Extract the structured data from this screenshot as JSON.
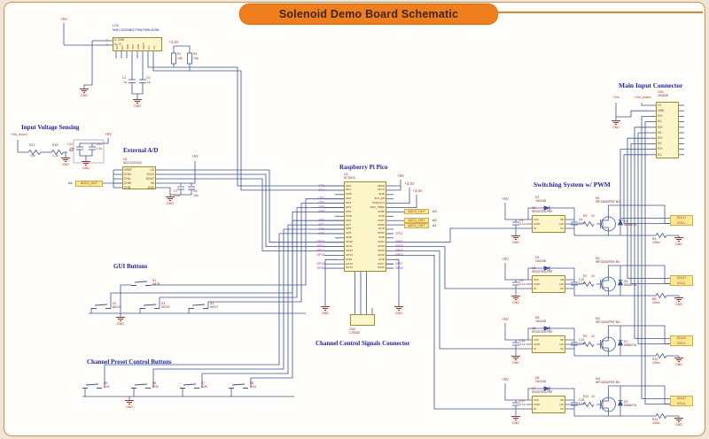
{
  "title": "Solenoid Demo Board Schematic",
  "misc": {
    "gnd": "GND"
  },
  "nets": {
    "v5": "+5V",
    "v33": "+3.3V",
    "vin": "+Vin",
    "vin_fused": "+Vin_fused",
    "a1": "A1",
    "a2": "A2",
    "a3": "A3",
    "a4": "A4"
  },
  "colors": {
    "banner": "#ef7f1d",
    "wire": "#3b52a3",
    "label_yellow": "#fde88f",
    "title_blue": "#2222aa",
    "ref_red": "#8a2424"
  },
  "sections": {
    "lcd": {
      "name": "LCD",
      "part": "NHD-C0220BiZ-FSW-FBW-3V3M",
      "left_pins": [
        {
          "n": "1",
          "name": "K, GND"
        },
        {
          "n": "2",
          "name": "A, +V"
        }
      ],
      "bottom_pins": [
        "RST",
        "SCL",
        "SDA",
        "VSS",
        "VDD",
        "VOUT",
        "C1+",
        "C1-"
      ],
      "c1_ref": "C1",
      "c1_val": "1u",
      "c2_ref": "C2",
      "c2_val": "1u",
      "r1_ref": "R1",
      "r1_val": "10k",
      "r2_ref": "R2",
      "r2_val": "10k"
    },
    "input_sense": {
      "title": "Input Voltage Sensing",
      "r17_ref": "R17",
      "r17_val": "10k",
      "r18_ref": "R18",
      "r18_val": "1.2k",
      "c11_ref": "C11",
      "c11_val": "10n",
      "c12_ref": "C12",
      "c12_val": "0.1u",
      "adc_net": "ADC3_OUT"
    },
    "ext_ad": {
      "title": "External A/D",
      "ref": "U2",
      "part": "ADC122S021",
      "left_pins": [
        "VREF",
        "CHA+",
        "CHA-",
        "CHB+",
        "CHB-"
      ],
      "right_pins": [
        "CS",
        "SCLK",
        "DOUT",
        "VA",
        "GND"
      ],
      "c7_ref": "C7",
      "c7_val": "0.1u",
      "c8_ref": "C8",
      "c8_val": "10n"
    },
    "pico": {
      "title": "Raspberry Pi Pico",
      "ref": "U3",
      "part": "SC0915",
      "left_pins": [
        "GP0",
        "GP1",
        "GND",
        "GP2",
        "GP3",
        "GP4",
        "GP5",
        "GND",
        "GP6",
        "GP7",
        "GP8",
        "GP9",
        "GND",
        "GP10",
        "GP11",
        "GP12",
        "GP13",
        "GND",
        "GP14",
        "GP15"
      ],
      "right_pins": [
        "VBUS",
        "VSYS",
        "GND",
        "3V3_EN",
        "3V3(OUT)",
        "ADC_VREF",
        "GP28",
        "GND",
        "GP27",
        "GP26",
        "RUN",
        "GP22",
        "GND",
        "GP21",
        "GP20",
        "GP19",
        "GP18",
        "GND",
        "GP17",
        "GP16"
      ],
      "left_net_labels": [
        "GP0",
        "GP1",
        "GP2",
        "GP3",
        "GP4",
        "GP5",
        "GP6",
        "GP7",
        "GP8",
        "GP9",
        "GP10",
        "GP11",
        "GP12",
        "GP13",
        "GP14",
        "GP15"
      ],
      "right_net_labels": [
        "GP22",
        "GP21",
        "GP20",
        "GP19",
        "GP18",
        "GP17",
        "GP16"
      ],
      "adc_labels": [
        {
          "name": "ADC3_OUT",
          "pin": "A3"
        },
        {
          "name": "ADC1_OUT",
          "pin": "A2"
        },
        {
          "name": "ADC2_OUT",
          "pin": "A1"
        }
      ]
    },
    "gui_buttons": {
      "title": "GUI Buttons",
      "buttons": [
        {
          "ref": "S1",
          "label": "INCR"
        },
        {
          "ref": "S2",
          "label": "BACK"
        },
        {
          "ref": "S3",
          "label": "DECR"
        },
        {
          "ref": "S4",
          "label": "NEXT"
        }
      ]
    },
    "preset_buttons": {
      "title": "Channel Preset Control Buttons",
      "buttons": [
        {
          "ref": "S5",
          "label": "CH1"
        },
        {
          "ref": "S6",
          "label": "CH2"
        },
        {
          "ref": "S7",
          "label": "CH3"
        },
        {
          "ref": "S8",
          "label": "CH4"
        }
      ]
    },
    "ctrl_conn": {
      "title": "Channel Control Signals Connector",
      "ref": "CN2",
      "part": "175328"
    },
    "main_conn": {
      "title": "Main Input Connector",
      "ref": "CN1",
      "part": "283648",
      "pins": [
        "+V",
        "GND",
        "S4+",
        "S4-",
        "S3+",
        "S3-",
        "S2+",
        "S2-",
        "S1+",
        "S1-"
      ]
    },
    "switching": {
      "title": "Switching System w/ PWM",
      "drv_pins": {
        "left": [
          "VCC",
          "COM",
          "IN"
        ],
        "right": [
          "VB",
          "HO",
          "VS"
        ]
      },
      "channels": [
        {
          "flag": "+5V",
          "cap1_ref": "C5",
          "cap1_val": "0.1u",
          "diode_ref": "D2",
          "diode_part": "1N4148",
          "drv_ref": "U4",
          "drv_part": "IRS25752LPBF",
          "cap2_ref": "C6",
          "cap2_val": "0.1u",
          "rg_ref": "R3",
          "rg_val": "10",
          "fet_ref": "M1",
          "fet_part": "IRF1405ZPBF-ND",
          "fly_ref": "D3",
          "fly_part": "SB560TA",
          "rs_ref": "R4",
          "rs_val": "100m",
          "out_p": "SOL1+",
          "out_n": "SOL1-"
        },
        {
          "flag": "+5V",
          "cap1_ref": "C9",
          "cap1_val": "0.1u",
          "diode_ref": "D4",
          "diode_part": "1N4148",
          "drv_ref": "U5",
          "drv_part": "IRS25752LPBF",
          "cap2_ref": "C10",
          "cap2_val": "0.1u",
          "rg_ref": "R7",
          "rg_val": "10",
          "fet_ref": "M2",
          "fet_part": "IRF1405ZPBF-ND",
          "fly_ref": "D5",
          "fly_part": "SB560TA",
          "rs_ref": "R8",
          "rs_val": "100m",
          "out_p": "SOL2+",
          "out_n": "SOL2-"
        },
        {
          "flag": "+5V",
          "cap1_ref": "C13",
          "cap1_val": "0.1u",
          "diode_ref": "D6",
          "diode_part": "1N4148",
          "drv_ref": "U6",
          "drv_part": "IRS25752LPBF",
          "cap2_ref": "C14",
          "cap2_val": "0.1u",
          "rg_ref": "R9",
          "rg_val": "10",
          "fet_ref": "M3",
          "fet_part": "IRF1405ZPBF-ND",
          "fly_ref": "D7",
          "fly_part": "SB560TA",
          "rs_ref": "R10",
          "rs_val": "100m",
          "out_p": "SOL3+",
          "out_n": "SOL3-"
        },
        {
          "flag": "+5V",
          "cap1_ref": "C17",
          "cap1_val": "0.1u",
          "diode_ref": "D8",
          "diode_part": "1N4148",
          "drv_ref": "U7",
          "drv_part": "IRS25752LPBF",
          "cap2_ref": "C18",
          "cap2_val": "0.1u",
          "rg_ref": "R13",
          "rg_val": "10",
          "fet_ref": "M4",
          "fet_part": "IRF1405ZPBF-ND",
          "fly_ref": "D9",
          "fly_part": "SB560TA",
          "rs_ref": "R14",
          "rs_val": "100m",
          "out_p": "SOL4+",
          "out_n": "SOL4-"
        }
      ]
    }
  }
}
